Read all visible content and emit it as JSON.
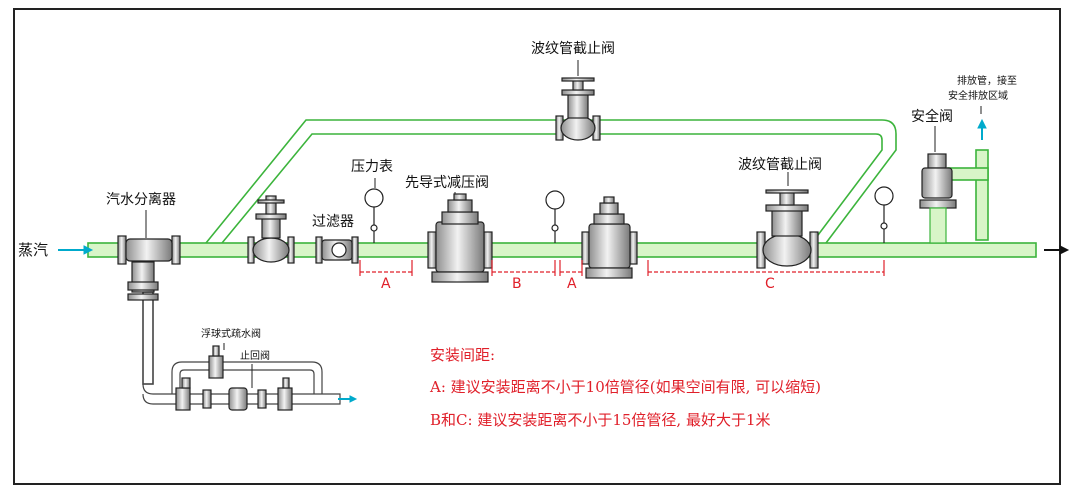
{
  "labels": {
    "bellows_valve_top": "波纹管截止阀",
    "exhaust_line1": "排放管，接至",
    "exhaust_line2": "安全排放区域",
    "safety_valve": "安全阀",
    "pressure_gauge": "压力表",
    "pilot_prv": "先导式减压阀",
    "bellows_valve_right": "波纹管截止阀",
    "separator": "汽水分离器",
    "strainer": "过滤器",
    "steam_inlet": "蒸汽",
    "float_trap": "浮球式疏水阀",
    "check_valve": "止回阀"
  },
  "dimensions": {
    "a1": "A",
    "b": "B",
    "a2": "A",
    "c": "C"
  },
  "notes": {
    "heading": "安装间距:",
    "a": "A: 建议安装距离不小于10倍管径(如果空间有限, 可以缩短)",
    "bc": "B和C: 建议安装距离不小于15倍管径, 最好大于1米"
  },
  "colors": {
    "pipe_fill": "#d8f5c8",
    "pipe_stroke": "#3cb43c",
    "dimension": "#e0202a",
    "flow_arrow": "#00aacc",
    "equipment": "#222222"
  }
}
